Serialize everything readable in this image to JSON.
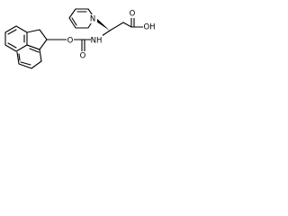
{
  "molecule": {
    "atom_labels": {
      "pyridine_nitrogen": "N",
      "carbamate_oxygen": "O",
      "carbamate_carbonyl_oxygen": "O",
      "amide_nitrogen_hydrogen": "NH",
      "carboxyl_oxygen": "O",
      "carboxyl_hydroxyl": "OH"
    }
  }
}
